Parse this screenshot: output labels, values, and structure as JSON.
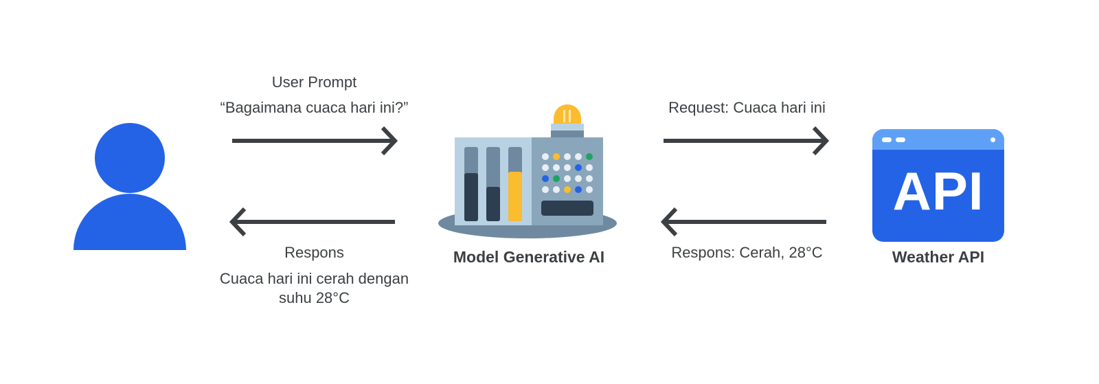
{
  "colors": {
    "user_blue": "#2463e6",
    "arrow": "#3c4043",
    "server_light": "#b9d2e3",
    "server_mid": "#8aa6bb",
    "server_base": "#6f8aa0",
    "dark_bar": "#2d3e50",
    "yellow": "#fbbc2f",
    "green": "#1ea362",
    "api_blue": "#2463e6",
    "api_header": "#5fa0f7"
  },
  "user": {
    "icon": "user-icon"
  },
  "prompt": {
    "title": "User Prompt",
    "text": "“Bagaimana cuaca hari ini?”"
  },
  "response": {
    "title": "Respons",
    "text": "Cuaca hari ini cerah dengan suhu 28°C"
  },
  "model": {
    "icon": "ai-model-machine-icon",
    "caption": "Model Generative AI"
  },
  "request": {
    "text": "Request: Cuaca hari ini"
  },
  "api_response": {
    "text": "Respons: Cerah, 28°C"
  },
  "api": {
    "icon": "api-window-icon",
    "icon_text": "API",
    "caption": "Weather API"
  }
}
